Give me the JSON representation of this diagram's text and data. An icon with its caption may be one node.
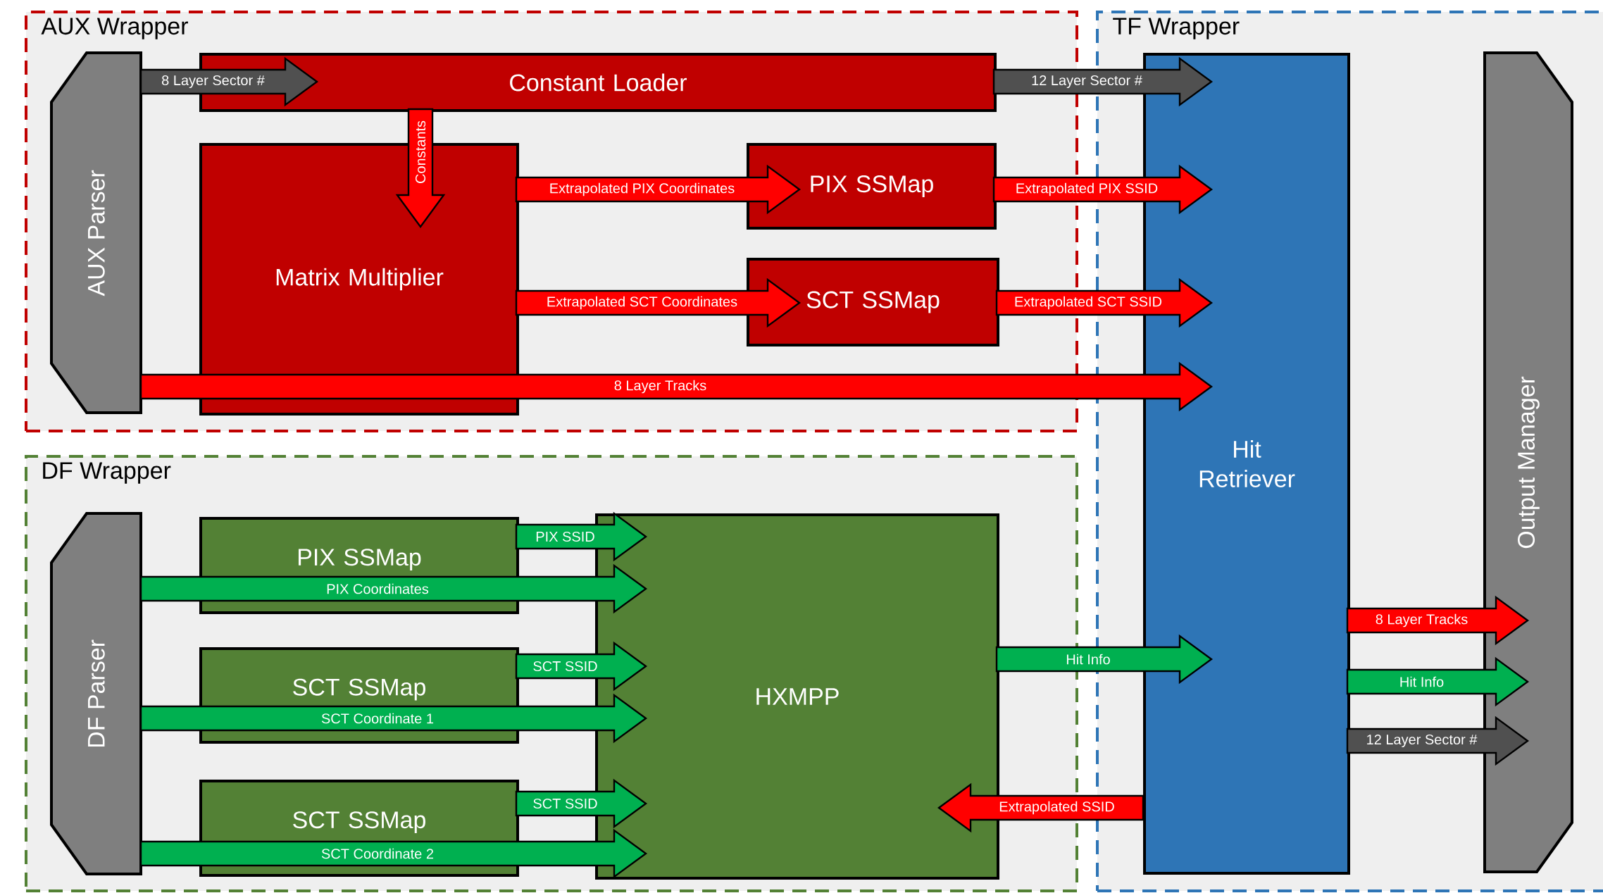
{
  "diagram": {
    "nodes": [
      {
        "text": [
          "AUX Wrapper"
        ]
      },
      {
        "text": [
          "DF Wrapper"
        ]
      },
      {
        "text": [
          "TF Wrapper"
        ]
      },
      {
        "text": [
          "AUX Parser"
        ],
        "in": 0
      },
      {
        "text": [
          "Constant Loader"
        ],
        "in": 0
      },
      {
        "text": [
          "Matrix Multiplier"
        ],
        "in": 0
      },
      {
        "text": [
          "PIX SSMap"
        ],
        "in": 0
      },
      {
        "text": [
          "SCT SSMap"
        ],
        "in": 0
      },
      {
        "text": [
          "DF Parser"
        ],
        "in": 1
      },
      {
        "text": [
          "PIX SSMap"
        ],
        "in": 1
      },
      {
        "text": [
          "SCT SSMap"
        ],
        "in": 1
      },
      {
        "text": [
          "SCT SSMap"
        ],
        "in": 1
      },
      {
        "text": [
          "HXMPP"
        ],
        "in": 1
      },
      {
        "text": [
          "Hit Retriever"
        ],
        "in": 2
      },
      {
        "text": [
          "Output Manager"
        ],
        "in": 2
      }
    ],
    "edges": [
      {
        "from": 3,
        "to": 4,
        "arrow": "to",
        "label": "8 Layer Sector #",
        "color": "#505050"
      },
      {
        "from": 4,
        "to": 13,
        "arrow": "to",
        "label": "12 Layer Sector #",
        "color": "#505050"
      },
      {
        "from": 4,
        "to": 5,
        "arrow": "to",
        "label": "Constants",
        "color": "#ff0000"
      },
      {
        "from": 5,
        "to": 6,
        "arrow": "to",
        "label": "Extrapolated PIX Coordinates",
        "color": "#ff0000"
      },
      {
        "from": 5,
        "to": 7,
        "arrow": "to",
        "label": "Extrapolated SCT Coordinates",
        "color": "#ff0000"
      },
      {
        "from": 6,
        "to": 13,
        "arrow": "to",
        "label": "Extrapolated PIX SSID",
        "color": "#ff0000"
      },
      {
        "from": 7,
        "to": 13,
        "arrow": "to",
        "label": "Extrapolated SCT SSID",
        "color": "#ff0000"
      },
      {
        "from": 3,
        "to": 13,
        "arrow": "to",
        "label": "8 Layer Tracks",
        "color": "#ff0000"
      },
      {
        "from": 9,
        "to": 12,
        "arrow": "to",
        "label": "PIX SSID",
        "color": "#00b050"
      },
      {
        "from": 8,
        "to": 12,
        "arrow": "to",
        "label": "PIX Coordinates",
        "color": "#00b050"
      },
      {
        "from": 10,
        "to": 12,
        "arrow": "to",
        "label": "SCT SSID",
        "color": "#00b050"
      },
      {
        "from": 8,
        "to": 12,
        "arrow": "to",
        "label": "SCT Coordinate 1",
        "color": "#00b050"
      },
      {
        "from": 11,
        "to": 12,
        "arrow": "to",
        "label": "SCT SSID",
        "color": "#00b050"
      },
      {
        "from": 8,
        "to": 12,
        "arrow": "to",
        "label": "SCT Coordinate 2",
        "color": "#00b050"
      },
      {
        "from": 12,
        "to": 13,
        "arrow": "to",
        "label": "Hit Info",
        "color": "#00b050"
      },
      {
        "from": 13,
        "to": 12,
        "arrow": "to",
        "label": "Extrapolated SSID",
        "color": "#ff0000"
      },
      {
        "from": 13,
        "to": 14,
        "arrow": "to",
        "label": "8 Layer Tracks",
        "color": "#ff0000"
      },
      {
        "from": 13,
        "to": 14,
        "arrow": "to",
        "label": "Hit Info",
        "color": "#00b050"
      },
      {
        "from": 13,
        "to": 14,
        "arrow": "to",
        "label": "12 Layer Sector #",
        "color": "#505050"
      }
    ]
  }
}
